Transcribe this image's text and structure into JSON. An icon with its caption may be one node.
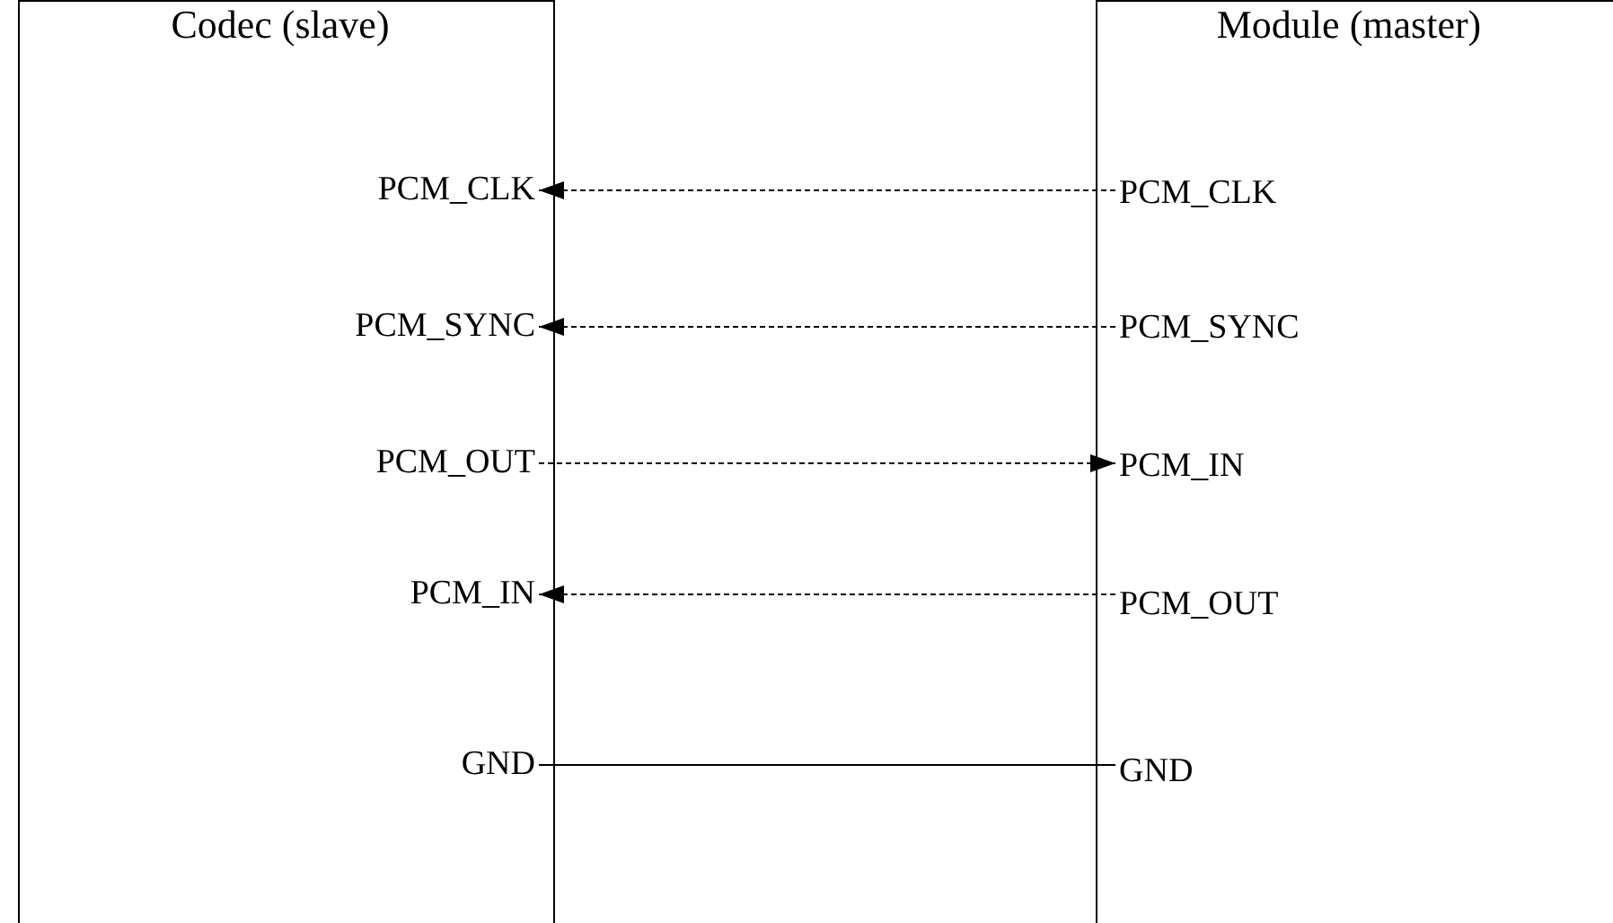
{
  "diagram": {
    "nodes": [
      {
        "text": [
          "Codec (slave)"
        ]
      },
      {
        "text": [
          "PCM_CLK"
        ],
        "in": 0
      },
      {
        "text": [
          "PCM_SYNC"
        ],
        "in": 0
      },
      {
        "text": [
          "PCM_OUT"
        ],
        "in": 0
      },
      {
        "text": [
          "PCM_IN"
        ],
        "in": 0
      },
      {
        "text": [
          "GND"
        ],
        "in": 0
      },
      {
        "text": [
          "Module (master)"
        ]
      },
      {
        "text": [
          "PCM_CLK"
        ],
        "in": 6
      },
      {
        "text": [
          "PCM_SYNC"
        ],
        "in": 6
      },
      {
        "text": [
          "PCM_IN"
        ],
        "in": 6
      },
      {
        "text": [
          "PCM_OUT"
        ],
        "in": 6
      },
      {
        "text": [
          "GND"
        ],
        "in": 6
      }
    ],
    "edges": [
      {
        "from": 7,
        "to": 1,
        "arrow": "to",
        "style": "dashed"
      },
      {
        "from": 8,
        "to": 2,
        "arrow": "to",
        "style": "dashed"
      },
      {
        "from": 3,
        "to": 9,
        "arrow": "to",
        "style": "dashed"
      },
      {
        "from": 10,
        "to": 4,
        "arrow": "to",
        "style": "dashed"
      },
      {
        "from": 5,
        "to": 11,
        "arrow": "none"
      }
    ]
  }
}
